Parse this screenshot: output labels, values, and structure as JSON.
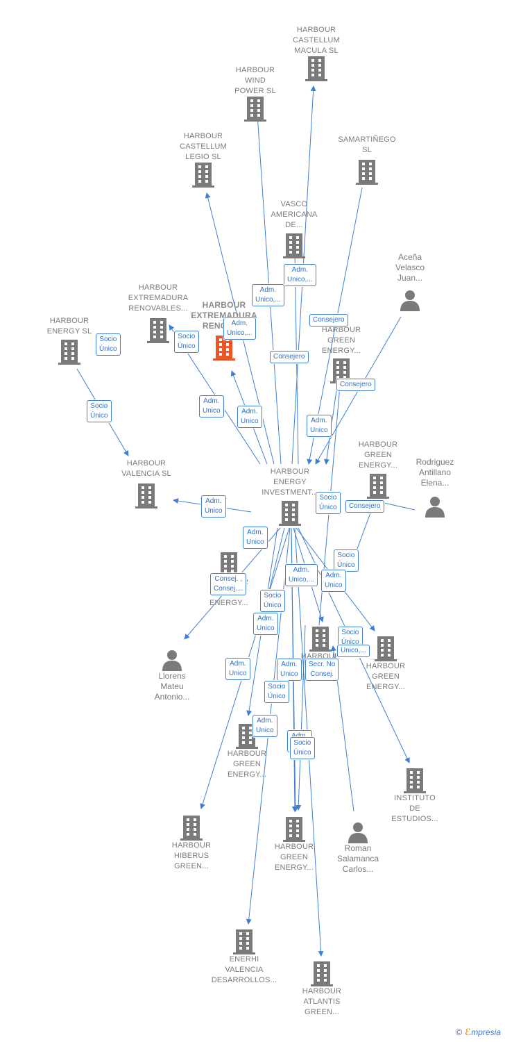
{
  "nodes": [
    {
      "id": "castellum_macula",
      "label": "HARBOUR\nCASTELLUM\nMACULA  SL",
      "type": "company"
    },
    {
      "id": "wind_power",
      "label": "HARBOUR\nWIND\nPOWER  SL",
      "type": "company"
    },
    {
      "id": "castellum_legio",
      "label": "HARBOUR\nCASTELLUM\nLEGIO  SL",
      "type": "company"
    },
    {
      "id": "samartinego",
      "label": "SAMARTIÑEGO\nSL",
      "type": "company"
    },
    {
      "id": "vasco_americana",
      "label": "VASCO\nAMERICANA\nDE...",
      "type": "company"
    },
    {
      "id": "acena",
      "label": "Aceña\nVelasco\nJuan...",
      "type": "person"
    },
    {
      "id": "ext_renovables",
      "label": "HARBOUR\nEXTREMADURA\nRENOVABLES...",
      "type": "company"
    },
    {
      "id": "ext_renova_focus",
      "label": "HARBOUR\nEXTREMADURA\nRENOVA...",
      "type": "focus"
    },
    {
      "id": "energy_sl",
      "label": "HARBOUR\nENERGY  SL",
      "type": "company"
    },
    {
      "id": "green_energy_top",
      "label": "HARBOUR\nGREEN\nENERGY...",
      "type": "company"
    },
    {
      "id": "valencia_sl",
      "label": "HARBOUR\nVALENCIA  SL",
      "type": "company"
    },
    {
      "id": "energy_investment",
      "label": "HARBOUR\nENERGY\nINVESTMENT...",
      "type": "company"
    },
    {
      "id": "green_energy_right",
      "label": "HARBOUR\nGREEN\nENERGY...",
      "type": "company"
    },
    {
      "id": "rodriguez",
      "label": "Rodriguez\nAntillano\nElena...",
      "type": "person"
    },
    {
      "id": "green_energy_left",
      "label": "HARBOUR\nGREEN\nENERGY...",
      "type": "company"
    },
    {
      "id": "llorens",
      "label": "Llorens\nMateu\nAntonio...",
      "type": "person"
    },
    {
      "id": "green_energy_center",
      "label": "HARBOUR\nGREEN\nENERGY...",
      "type": "company"
    },
    {
      "id": "green_energy_right2",
      "label": "HARBOUR\nGREEN\nENERGY...",
      "type": "company"
    },
    {
      "id": "green_energy_mid",
      "label": "HARBOUR\nGREEN\nENERGY...",
      "type": "company"
    },
    {
      "id": "instituto",
      "label": "INSTITUTO\nDE\nESTUDIOS...",
      "type": "company"
    },
    {
      "id": "hiberus",
      "label": "HARBOUR\nHIBERUS\nGREEN...",
      "type": "company"
    },
    {
      "id": "green_energy_bottom",
      "label": "HARBOUR\nGREEN\nENERGY...",
      "type": "company"
    },
    {
      "id": "roman",
      "label": "Roman\nSalamanca\nCarlos...",
      "type": "person"
    },
    {
      "id": "enerhi",
      "label": "ENERHI\nVALENCIA\nDESARROLLOS...",
      "type": "company"
    },
    {
      "id": "atlantis",
      "label": "HARBOUR\nATLANTIS\nGREEN...",
      "type": "company"
    }
  ],
  "badges": [
    "Adm.\nUnico,...",
    "Adm.\nUnico,...",
    "Adm.\nUnico,...",
    "Socio\nÚnico",
    "Socio\nÚnico",
    "Consejero",
    "Consejero",
    "Consejero",
    "Socio\nÚnico",
    "Adm.\nUnico",
    "Adm.\nUnico",
    "Adm.\nUnico",
    "Adm.\nUnico",
    "Socio\nÚnico",
    "Consejero",
    "Adm.\nUnico",
    "Socio\nÚnico",
    "Consej. ,\nConsej....",
    "Adm.\nUnico,...",
    "Adm.\nUnico",
    "Socio\nÚnico",
    "Adm.\nUnico",
    "Socio\nÚnico",
    "Unico,...",
    "Adm.\nUnico",
    "Adm.\nUnico",
    "Secr.  No\nConsej.",
    "Socio\nÚnico",
    "Adm.\nUnico",
    "Adm.\nUnico",
    "Socio\nÚnico"
  ],
  "footer": {
    "copyright": "©",
    "brand_initial": "ℰ",
    "brand": "mpresia"
  },
  "colors": {
    "edge": "#3d7fd1",
    "company": "#7a7a7a",
    "focus": "#e8562a",
    "person": "#7a7a7a"
  }
}
